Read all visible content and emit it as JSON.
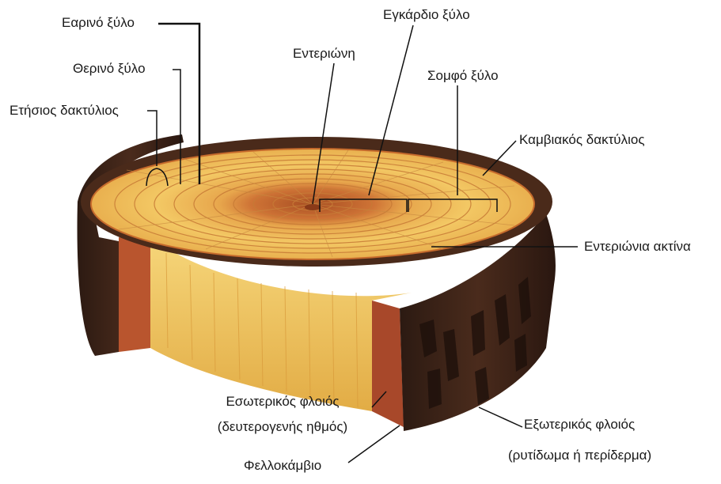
{
  "labels": {
    "spring_wood": "Εαρινό ξύλο",
    "summer_wood": "Θερινό ξύλο",
    "annual_ring": "Ετήσιος δακτύλιος",
    "pith": "Εντεριώνη",
    "heartwood": "Εγκάρδιο ξύλο",
    "sapwood": "Σομφό ξύλο",
    "cambium_ring": "Καμβιακός δακτύλιος",
    "pith_ray": "Εντεριώνια ακτίνα",
    "inner_bark": "Εσωτερικός φλοιός",
    "inner_bark_note": "(δευτερογενής ηθμός)",
    "outer_bark": "Εξωτερικός φλοιός",
    "outer_bark_note": "(ρυτίδωμα ή περίδερμα)",
    "cork_cambium": "Φελλοκάμβιο"
  },
  "colors": {
    "heartwood": "#c96a2c",
    "sapwood": "#f0bf5a",
    "side_wood": "#f2cf6a",
    "bark_dark": "#3a2418",
    "bark_mid": "#6b3b24",
    "inner_bark": "#b04a2a",
    "leader_line": "#111111"
  }
}
